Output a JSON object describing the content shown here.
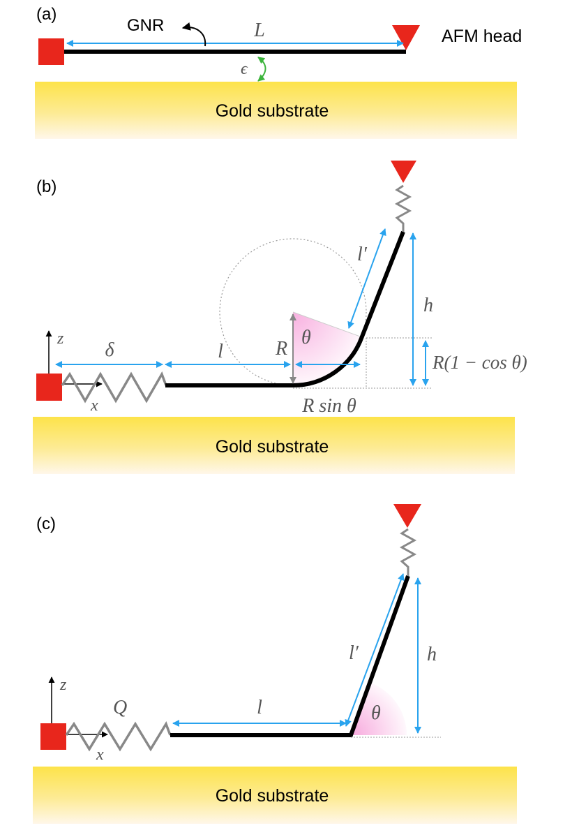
{
  "panels": {
    "a": {
      "label": "(a)",
      "gnr_label": "GNR",
      "length_label": "L",
      "epsilon_label": "ϵ",
      "afm_label": "AFM head",
      "substrate_label": "Gold substrate"
    },
    "b": {
      "label": "(b)",
      "z_label": "z",
      "x_label": "x",
      "delta_label": "δ",
      "l_label": "l",
      "R_label": "R",
      "theta_label": "θ",
      "lprime_label": "l′",
      "h_label": "h",
      "rsin_label": "R sin θ",
      "rcos_label": "R(1 − cos θ)",
      "substrate_label": "Gold substrate"
    },
    "c": {
      "label": "(c)",
      "z_label": "z",
      "x_label": "x",
      "Q_label": "Q",
      "l_label": "l",
      "lprime_label": "l′",
      "h_label": "h",
      "theta_label": "θ",
      "substrate_label": "Gold substrate"
    }
  },
  "colors": {
    "clamp": "#e8261c",
    "afm_tip": "#e8261c",
    "ribbon": "#000000",
    "arrow": "#29a3ee",
    "spring": "#888888",
    "epsilon_arrow": "#3cb43c",
    "substrate_top": "#fde34a",
    "substrate_bottom": "#fff6e4",
    "angle_fill": "#f26fc6"
  }
}
